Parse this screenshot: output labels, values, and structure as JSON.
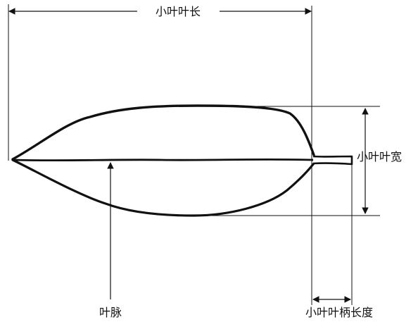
{
  "labels": {
    "leaflet_length": "小叶叶长",
    "leaflet_width": "小叶叶宽",
    "vein": "叶脉",
    "petiole_length": "小叶叶柄长度"
  },
  "colors": {
    "ink": "#111111",
    "background": "#ffffff"
  }
}
